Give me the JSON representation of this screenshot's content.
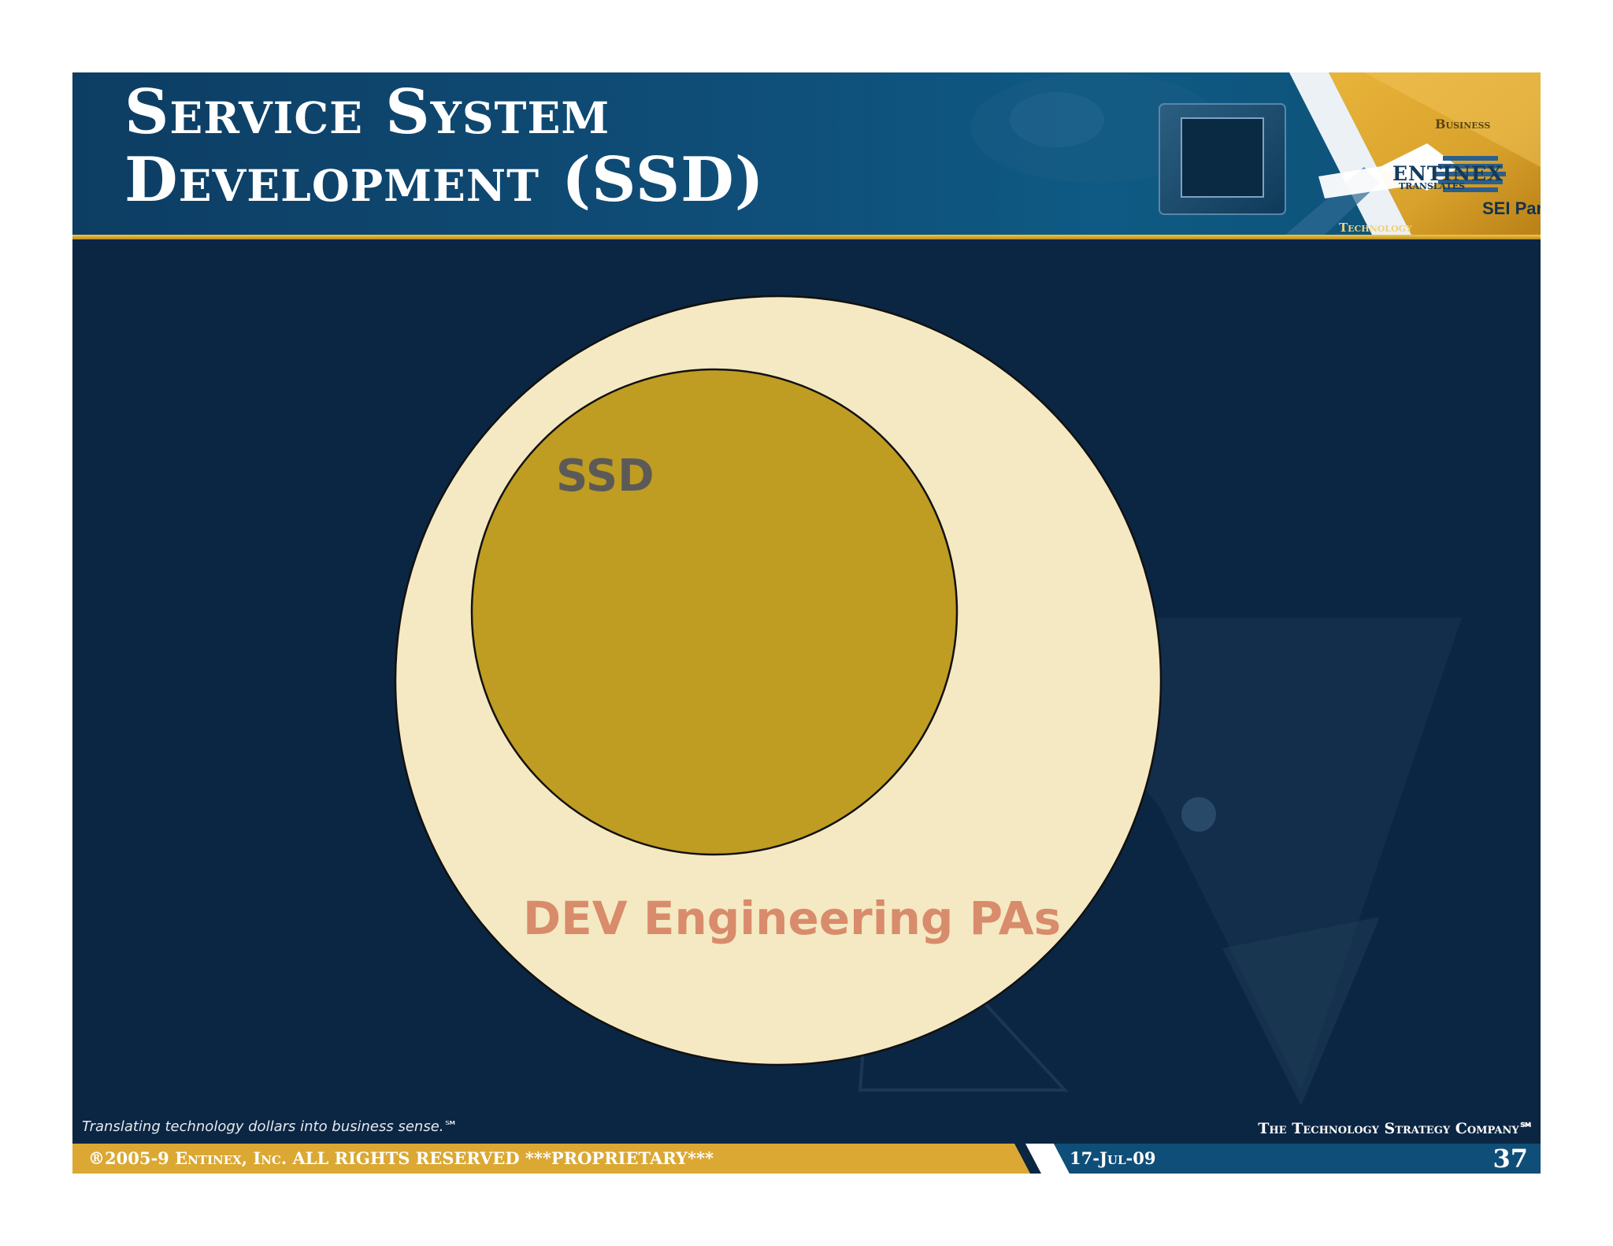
{
  "slide": {
    "title": "Service System\nDevelopment (SSD)",
    "logo": {
      "business": "Business",
      "technology": "Technology",
      "brand": "ENTINEX",
      "brand_tagline": "TRANSLATES",
      "partner": "SEI Partner"
    }
  },
  "diagram": {
    "outer_label": "DEV Engineering PAs",
    "inner_label": "SSD",
    "colors": {
      "outer_fill": "#f5e9c3",
      "inner_fill": "#bf9c22",
      "outline": "#111111"
    }
  },
  "footer": {
    "tagline": "Translating technology dollars into business sense.℠",
    "company": "The Technology Strategy Company℠",
    "copyright": "®2005-9 Entinex, Inc. ALL RIGHTS RESERVED  ***PROPRIETARY***",
    "date": "17-Jul-09",
    "page_number": "37"
  },
  "colors": {
    "background": "#0b2643",
    "header": "#0f4e78",
    "accent_gold": "#dba833"
  }
}
